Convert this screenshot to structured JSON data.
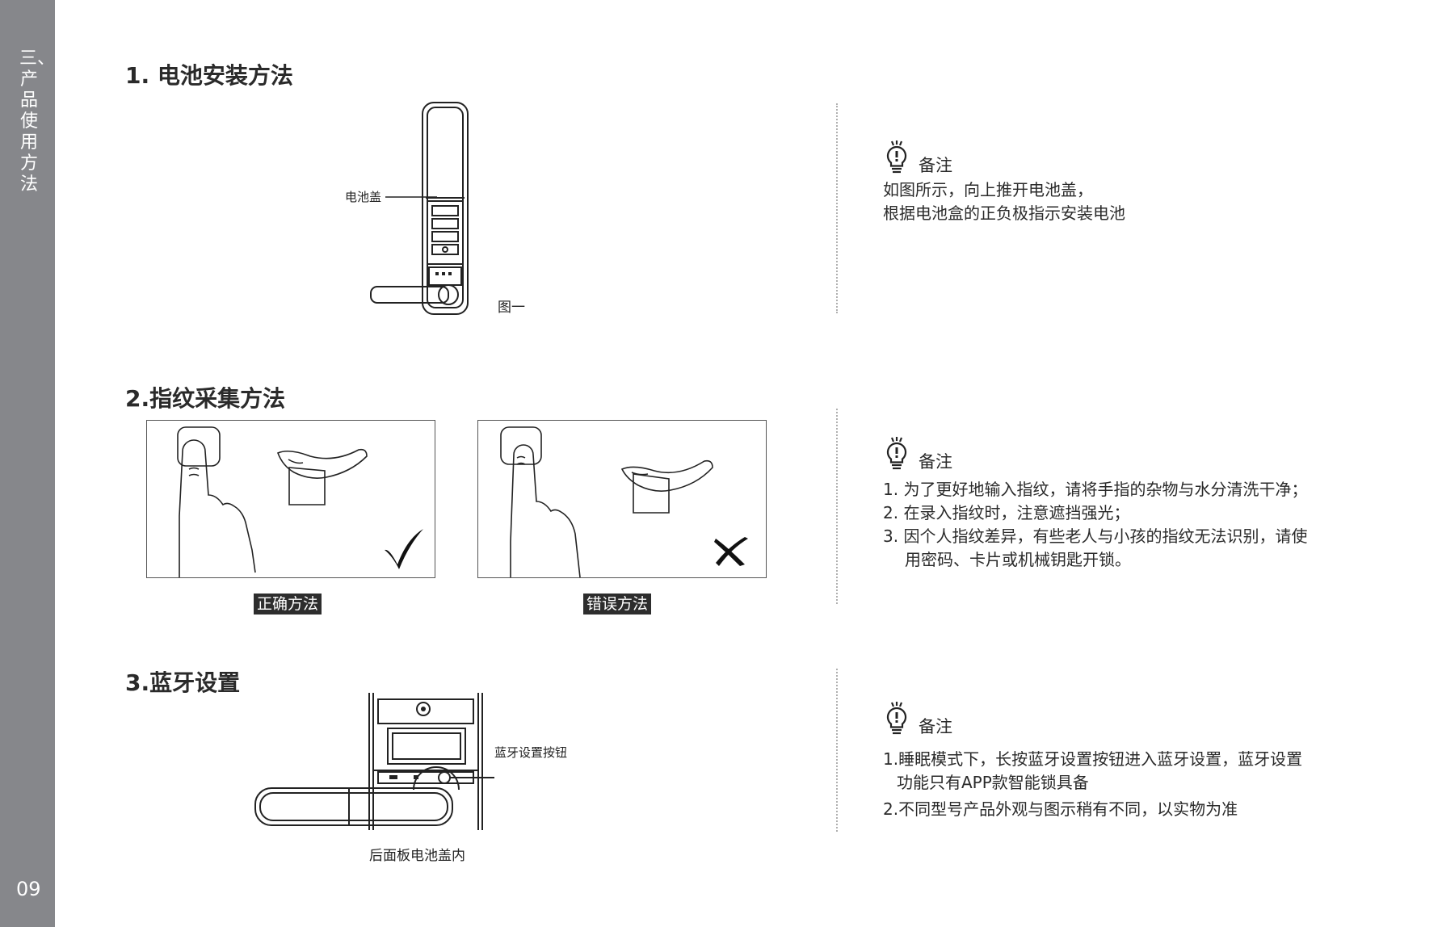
{
  "sidebar": {
    "title": "三、产品使用方法",
    "page_number": "09"
  },
  "sections": {
    "battery": {
      "title": "1. 电池安装方法",
      "callout_label": "电池盖",
      "figure_caption": "图一",
      "note_label": "备注",
      "note_lines": [
        "如图所示，向上推开电池盖，",
        "根据电池盒的正负极指示安装电池"
      ]
    },
    "fingerprint": {
      "title": "2.指纹采集方法",
      "correct_label": "正确方法",
      "wrong_label": "错误方法",
      "note_label": "备注",
      "note_lines": [
        "1. 为了更好地输入指纹，请将手指的杂物与水分清洗干净；",
        "2. 在录入指纹时，注意遮挡强光；",
        "3. 因个人指纹差异，有些老人与小孩的指纹无法识别，请使",
        "用密码、卡片或机械钥匙开锁。"
      ]
    },
    "bluetooth": {
      "title": "3.蓝牙设置",
      "callout_label": "蓝牙设置按钮",
      "figure_caption": "后面板电池盖内",
      "note_label": "备注",
      "note_lines": [
        "1.睡眠模式下，长按蓝牙设置按钮进入蓝牙设置，蓝牙设置",
        "功能只有APP款智能锁具备",
        "2.不同型号产品外观与图示稍有不同，以实物为准"
      ]
    }
  },
  "icons": {
    "note": "lightbulb-icon",
    "correct": "checkmark-icon",
    "wrong": "cross-icon"
  }
}
